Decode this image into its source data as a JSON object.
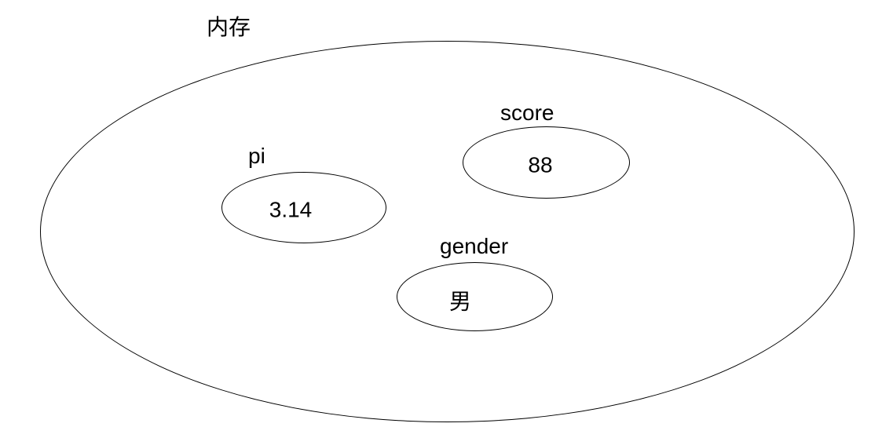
{
  "diagram": {
    "title": "内存",
    "line_color": "#000000",
    "background_color": "#ffffff",
    "variables": [
      {
        "name": "pi",
        "value": "3.14"
      },
      {
        "name": "score",
        "value": "88"
      },
      {
        "name": "gender",
        "value": "男"
      }
    ]
  }
}
